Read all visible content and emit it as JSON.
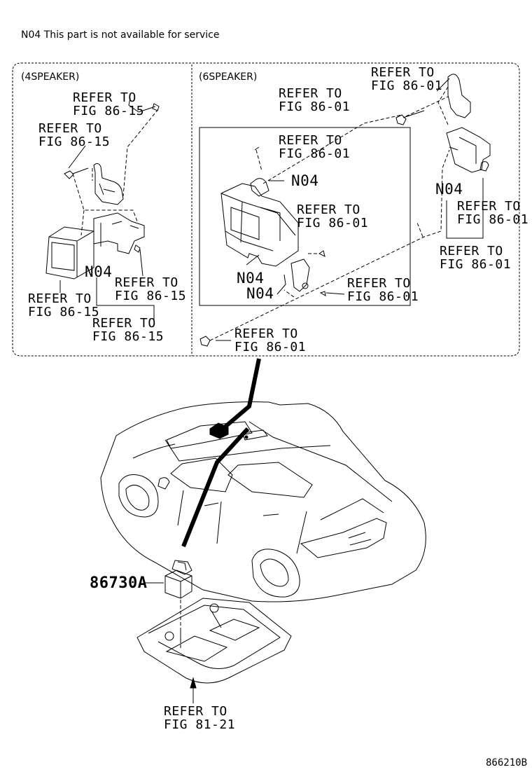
{
  "note": "N04 This part is not available for service",
  "sections": {
    "four_speaker": "(4SPEAKER)",
    "six_speaker": "(6SPEAKER)"
  },
  "callouts": {
    "ref_4s_a": [
      "REFER TO",
      "FIG 86-15"
    ],
    "ref_4s_b": [
      "REFER TO",
      "FIG 86-15"
    ],
    "ref_4s_c": [
      "REFER TO",
      "FIG 86-15"
    ],
    "ref_4s_d": [
      "REFER TO",
      "FIG 86-15"
    ],
    "ref_4s_e": [
      "REFER TO",
      "FIG 86-15"
    ],
    "ref_6s_a": [
      "REFER TO",
      "FIG 86-01"
    ],
    "ref_6s_b": [
      "REFER TO",
      "FIG 86-01"
    ],
    "ref_6s_c": [
      "REFER TO",
      "FIG 86-01"
    ],
    "ref_6s_d": [
      "REFER TO",
      "FIG 86-01"
    ],
    "ref_6s_e": [
      "REFER TO",
      "FIG 86-01"
    ],
    "ref_6s_f": [
      "REFER TO",
      "FIG 86-01"
    ],
    "ref_6s_g": [
      "REFER TO",
      "FIG 86-01"
    ],
    "ref_6s_h": [
      "REFER TO",
      "FIG 86-01"
    ],
    "ref_bottom": [
      "REFER TO",
      "FIG 81-21"
    ]
  },
  "codes": {
    "n04": "N04"
  },
  "part_number": "86730A",
  "illustration_number": "866210B"
}
